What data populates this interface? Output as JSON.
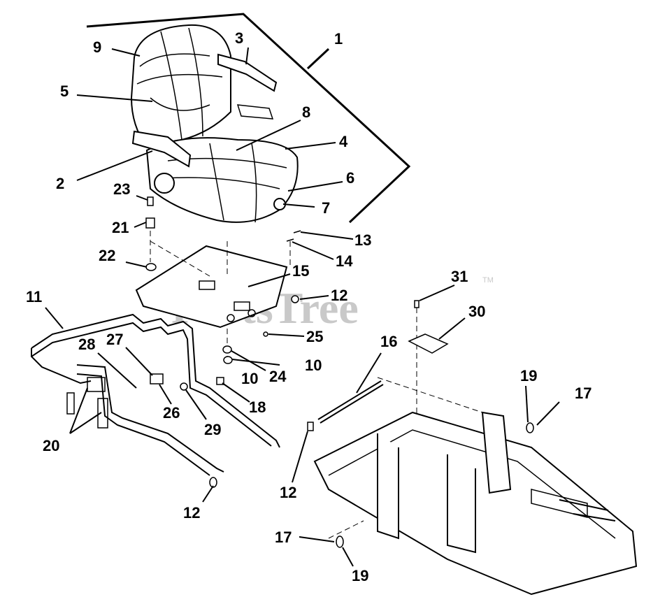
{
  "diagram": {
    "watermark_text": "PartsTree",
    "watermark_tm": "TM",
    "callouts": {
      "c1": "1",
      "c2": "2",
      "c3": "3",
      "c4": "4",
      "c5": "5",
      "c6": "6",
      "c7": "7",
      "c8": "8",
      "c9": "9",
      "c10a": "10",
      "c10b": "10",
      "c11": "11",
      "c12a": "12",
      "c12b": "12",
      "c12c": "12",
      "c13": "13",
      "c14": "14",
      "c15": "15",
      "c16": "16",
      "c17a": "17",
      "c17b": "17",
      "c18": "18",
      "c19a": "19",
      "c19b": "19",
      "c20": "20",
      "c21": "21",
      "c22": "22",
      "c23": "23",
      "c24": "24",
      "c25": "25",
      "c26": "26",
      "c27": "27",
      "c28": "28",
      "c29": "29",
      "c30": "30",
      "c31": "31"
    }
  }
}
